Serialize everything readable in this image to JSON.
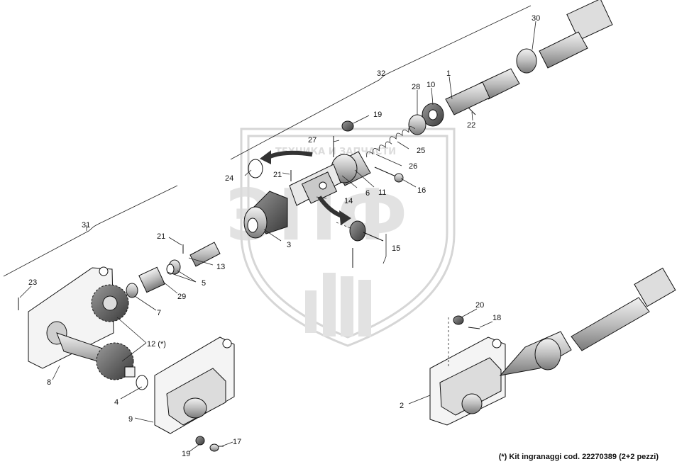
{
  "watermark": {
    "caption": "ТЕХНИКА И ЗАПЧАСТИ",
    "letters": "ЭПФ"
  },
  "parts": [
    {
      "id": "p1",
      "label": "1"
    },
    {
      "id": "p2",
      "label": "2"
    },
    {
      "id": "p3",
      "label": "3"
    },
    {
      "id": "p4",
      "label": "4"
    },
    {
      "id": "p5",
      "label": "5"
    },
    {
      "id": "p6",
      "label": "6"
    },
    {
      "id": "p7",
      "label": "7"
    },
    {
      "id": "p8",
      "label": "8"
    },
    {
      "id": "p9",
      "label": "9"
    },
    {
      "id": "p10",
      "label": "10"
    },
    {
      "id": "p11",
      "label": "11"
    },
    {
      "id": "p12",
      "label": "12 (*)"
    },
    {
      "id": "p13",
      "label": "13"
    },
    {
      "id": "p14",
      "label": "14"
    },
    {
      "id": "p15",
      "label": "15"
    },
    {
      "id": "p16",
      "label": "16"
    },
    {
      "id": "p17",
      "label": "17"
    },
    {
      "id": "p18",
      "label": "18"
    },
    {
      "id": "p19a",
      "label": "19"
    },
    {
      "id": "p19b",
      "label": "19"
    },
    {
      "id": "p20",
      "label": "20"
    },
    {
      "id": "p21a",
      "label": "21"
    },
    {
      "id": "p21b",
      "label": "21"
    },
    {
      "id": "p22",
      "label": "22"
    },
    {
      "id": "p23",
      "label": "23"
    },
    {
      "id": "p24",
      "label": "24"
    },
    {
      "id": "p25",
      "label": "25"
    },
    {
      "id": "p26",
      "label": "26"
    },
    {
      "id": "p27",
      "label": "27"
    },
    {
      "id": "p28",
      "label": "28"
    },
    {
      "id": "p29",
      "label": "29"
    },
    {
      "id": "p30",
      "label": "30"
    },
    {
      "id": "p31",
      "label": "31"
    },
    {
      "id": "p32",
      "label": "32"
    }
  ],
  "footnote": "(*)  Kit ingranaggi cod. 22270389 (2+2 pezzi)"
}
